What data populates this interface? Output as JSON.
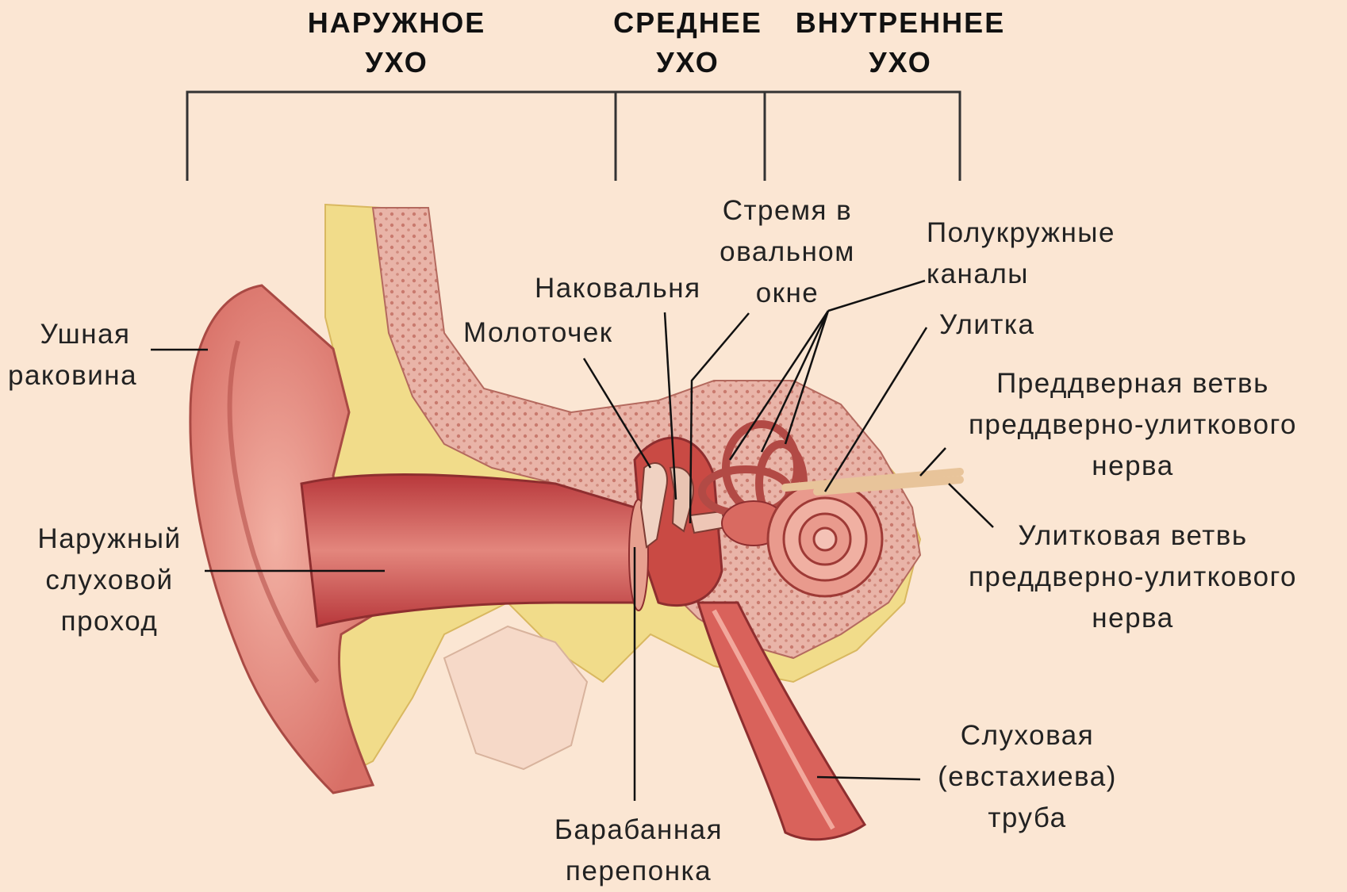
{
  "sections": {
    "outer": [
      "НАРУЖНОЕ",
      "УХО"
    ],
    "middle": [
      "СРЕДНЕЕ",
      "УХО"
    ],
    "inner": [
      "ВНУТРЕННЕЕ",
      "УХО"
    ]
  },
  "labels": {
    "auricle": [
      "Ушная",
      "раковина"
    ],
    "ear_canal": [
      "Наружный",
      "слуховой",
      "проход"
    ],
    "eardrum": [
      "Барабанная",
      "перепонка"
    ],
    "malleus": "Молоточек",
    "incus": "Наковальня",
    "stapes": [
      "Стремя в",
      "овальном",
      "окне"
    ],
    "semicircular_canals": [
      "Полукружные",
      "каналы"
    ],
    "cochlea": "Улитка",
    "vestibular_branch": [
      "Преддверная ветвь",
      "преддверно-улиткового",
      "нерва"
    ],
    "cochlear_branch": [
      "Улитковая ветвь",
      "преддверно-улиткового",
      "нерва"
    ],
    "eustachian_tube": [
      "Слуховая",
      "(евстахиева)",
      "труба"
    ]
  }
}
